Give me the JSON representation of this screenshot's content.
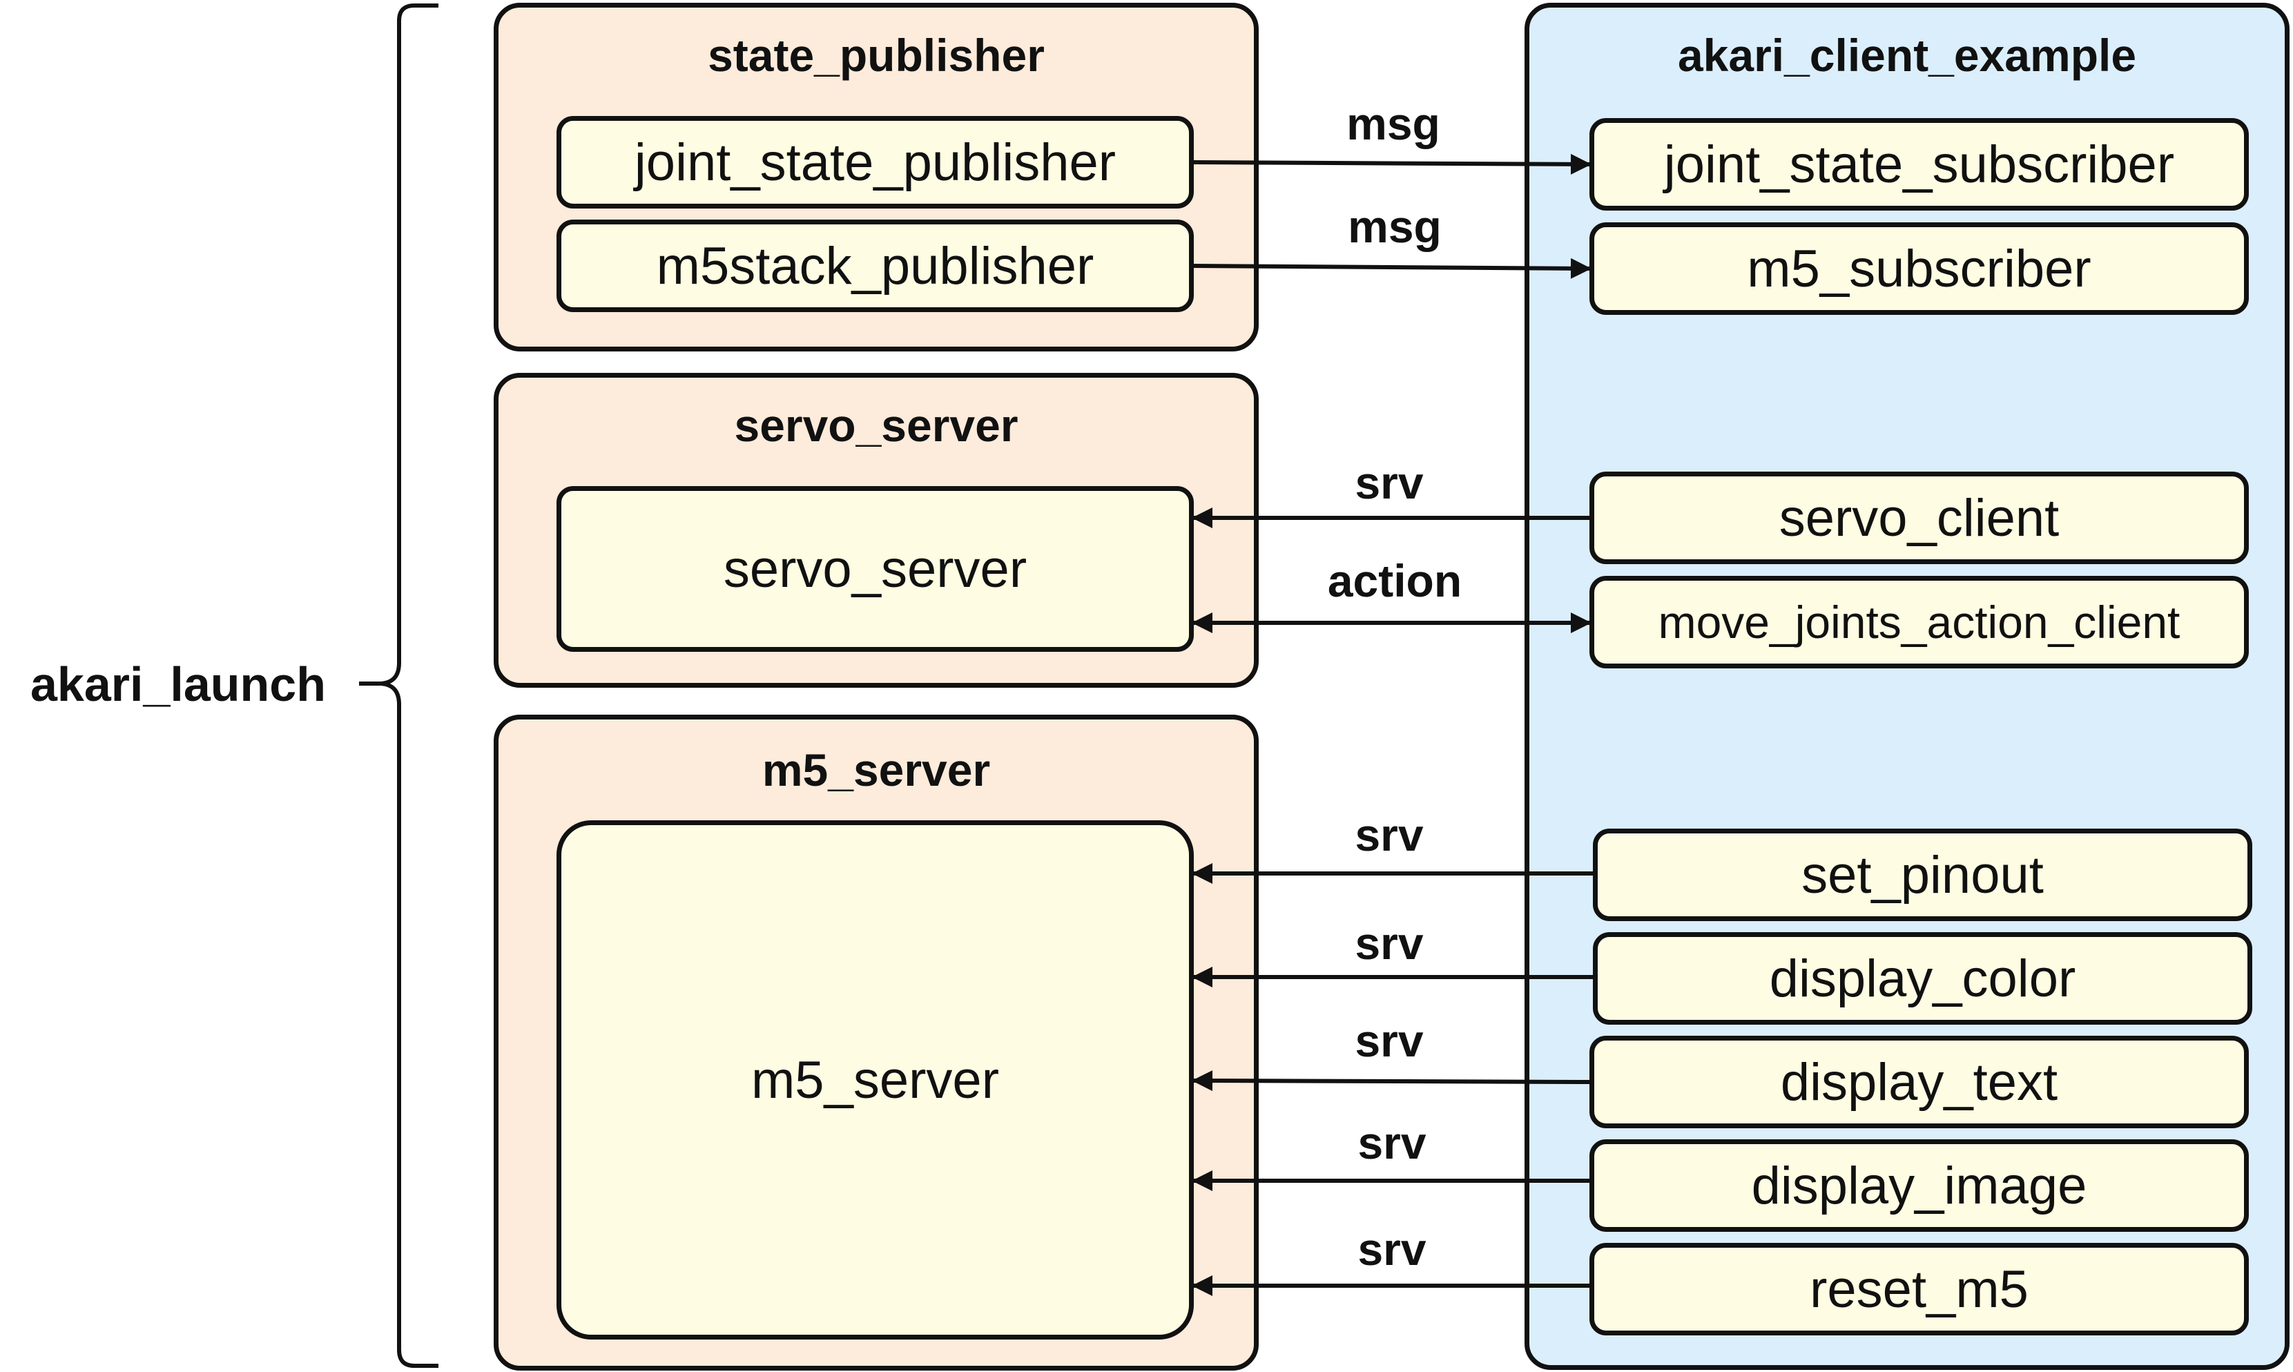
{
  "launch_label": "akari_launch",
  "groups": {
    "state_publisher": {
      "title": "state_publisher",
      "nodes": [
        "joint_state_publisher",
        "m5stack_publisher"
      ]
    },
    "servo_server": {
      "title": "servo_server",
      "nodes": [
        "servo_server"
      ]
    },
    "m5_server": {
      "title": "m5_server",
      "nodes": [
        "m5_server"
      ]
    },
    "akari_client_example": {
      "title": "akari_client_example",
      "nodes": [
        "joint_state_subscriber",
        "m5_subscriber",
        "servo_client",
        "move_joints_action_client",
        "set_pinout",
        "display_color",
        "display_text",
        "display_image",
        "reset_m5"
      ]
    }
  },
  "edges": [
    {
      "from": "joint_state_publisher",
      "to": "joint_state_subscriber",
      "label": "msg"
    },
    {
      "from": "m5stack_publisher",
      "to": "m5_subscriber",
      "label": "msg"
    },
    {
      "from": "servo_client",
      "to": "servo_server",
      "label": "srv"
    },
    {
      "from": "move_joints_action_client",
      "to": "servo_server",
      "label": "action",
      "bidirectional": true
    },
    {
      "from": "set_pinout",
      "to": "m5_server",
      "label": "srv"
    },
    {
      "from": "display_color",
      "to": "m5_server",
      "label": "srv"
    },
    {
      "from": "display_text",
      "to": "m5_server",
      "label": "srv"
    },
    {
      "from": "display_image",
      "to": "m5_server",
      "label": "srv"
    },
    {
      "from": "reset_m5",
      "to": "m5_server",
      "label": "srv"
    }
  ],
  "colors": {
    "server_group_fill": "#fdebdb",
    "client_group_fill": "#dbeefb",
    "node_fill": "#fefde3",
    "stroke": "#111111"
  }
}
